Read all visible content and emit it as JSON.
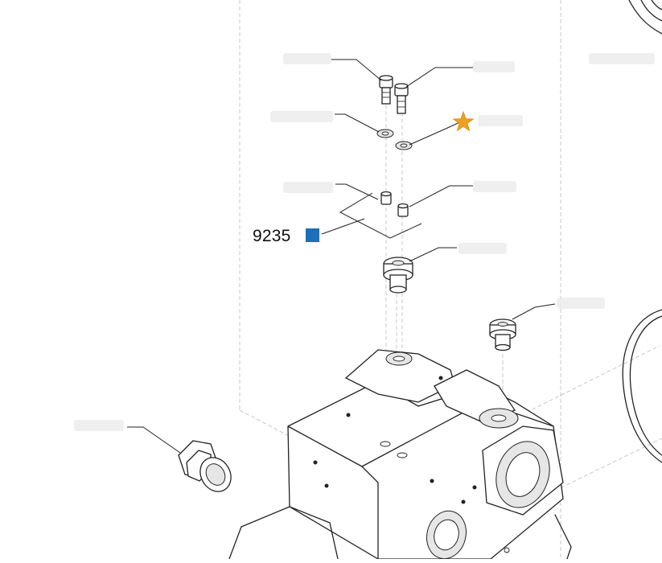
{
  "diagram": {
    "callouts": [
      {
        "id": "seal-kit",
        "label": "9235",
        "marker": "square-marker",
        "marker_color": "#1d6fb8"
      }
    ],
    "highlight": {
      "icon": "star-icon",
      "color": "#f0a020"
    },
    "line_color": "#222222",
    "guide_color": "#c8c8c8"
  }
}
